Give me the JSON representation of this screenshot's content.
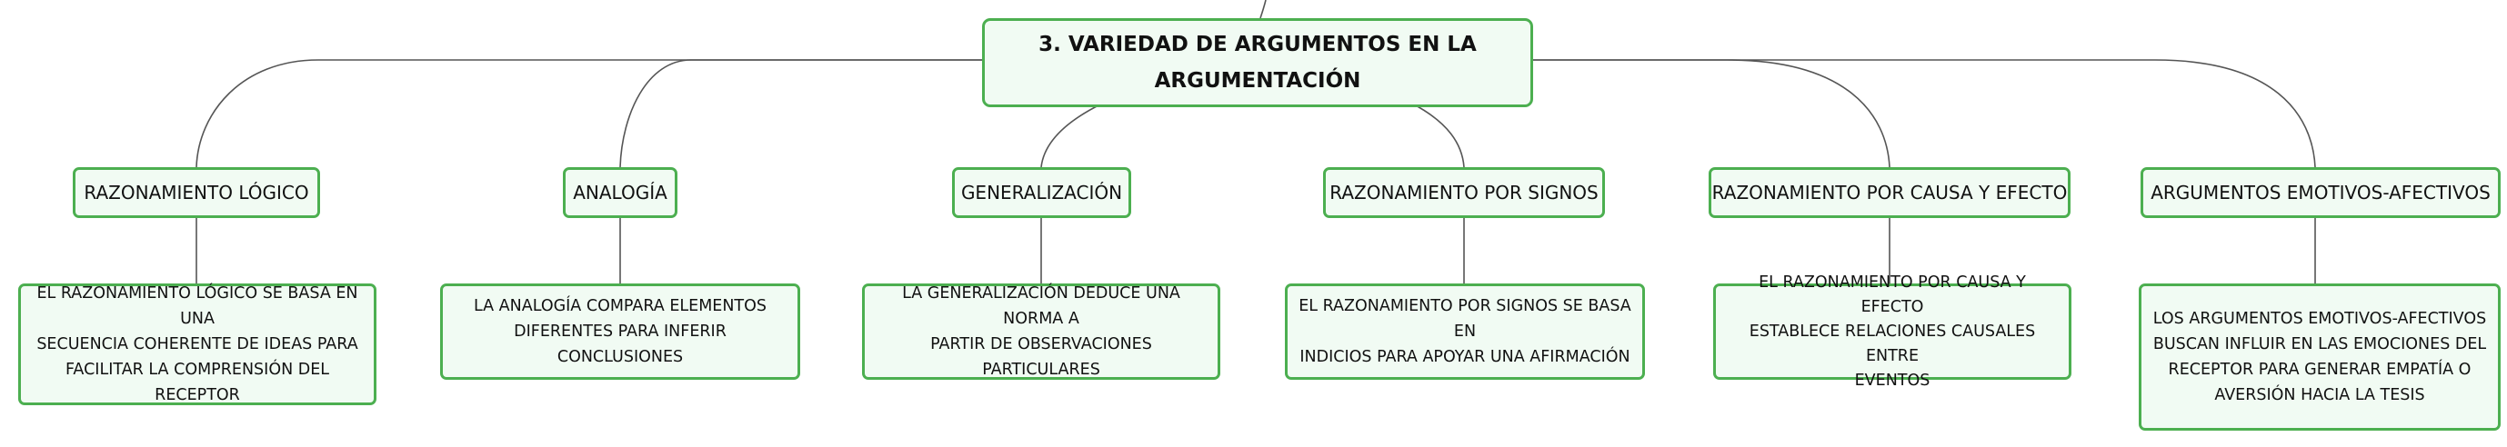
{
  "colors": {
    "node_border": "#4caf50",
    "node_fill": "#f1fbf3",
    "connector": "#555555",
    "text": "#111111"
  },
  "root": {
    "line1": "3. VARIEDAD DE ARGUMENTOS EN LA",
    "line2": "ARGUMENTACIÓN"
  },
  "branches": [
    {
      "title": "RAZONAMIENTO LÓGICO",
      "description": [
        "EL RAZONAMIENTO LÓGICO SE BASA EN UNA",
        "SECUENCIA COHERENTE DE IDEAS PARA",
        "FACILITAR LA COMPRENSIÓN DEL RECEPTOR"
      ]
    },
    {
      "title": "ANALOGÍA",
      "description": [
        "LA ANALOGÍA COMPARA ELEMENTOS",
        "DIFERENTES PARA INFERIR CONCLUSIONES"
      ]
    },
    {
      "title": "GENERALIZACIÓN",
      "description": [
        "LA GENERALIZACIÓN DEDUCE UNA NORMA A",
        "PARTIR DE OBSERVACIONES PARTICULARES"
      ]
    },
    {
      "title": "RAZONAMIENTO POR SIGNOS",
      "description": [
        "EL RAZONAMIENTO POR SIGNOS SE BASA EN",
        "INDICIOS PARA APOYAR UNA AFIRMACIÓN"
      ]
    },
    {
      "title": "RAZONAMIENTO POR CAUSA Y EFECTO",
      "description": [
        "EL RAZONAMIENTO POR CAUSA Y EFECTO",
        "ESTABLECE RELACIONES CAUSALES ENTRE",
        "EVENTOS"
      ]
    },
    {
      "title": "ARGUMENTOS EMOTIVOS-AFECTIVOS",
      "description": [
        "LOS ARGUMENTOS EMOTIVOS-AFECTIVOS",
        "BUSCAN INFLUIR EN LAS EMOCIONES DEL",
        "RECEPTOR PARA GENERAR EMPATÍA O",
        "AVERSIÓN HACIA LA TESIS"
      ]
    }
  ]
}
